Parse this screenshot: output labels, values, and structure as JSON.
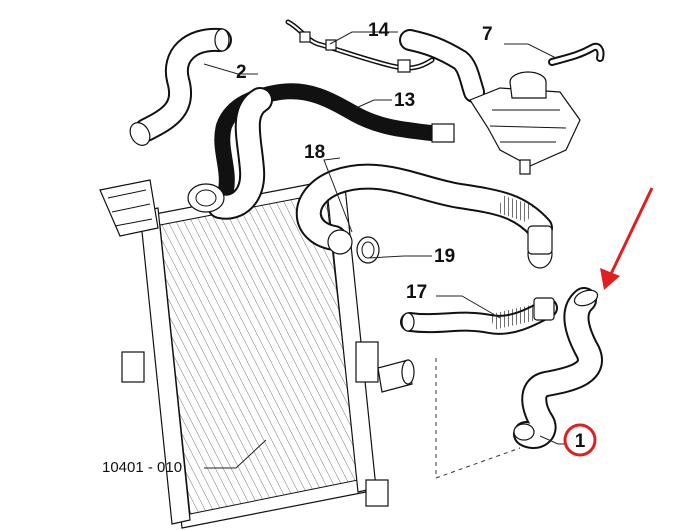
{
  "callouts": {
    "hose_1": "1",
    "hose_2": "2",
    "tank_7": "7",
    "hose_13": "13",
    "pipe_14": "14",
    "hose_17": "17",
    "hose_18": "18",
    "clamp_19": "19",
    "radiator": "10401 - 010"
  },
  "colors": {
    "highlight": "#e02020",
    "line": "#111111"
  }
}
